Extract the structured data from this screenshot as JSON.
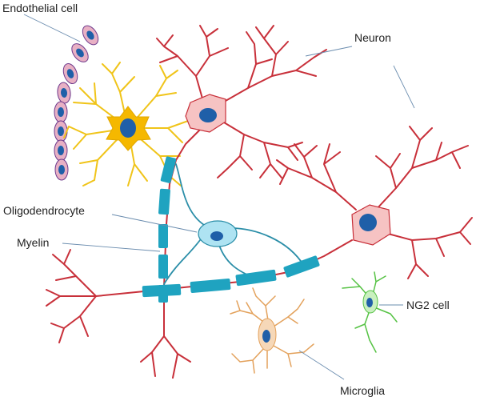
{
  "labels": {
    "endothelial_cell": "Endothelial cell",
    "neuron": "Neuron",
    "oligodendrocyte": "Oligodendrocyte",
    "myelin": "Myelin",
    "ng2_cell": "NG2 cell",
    "microglia": "Microglia"
  },
  "colors": {
    "neuron_stroke": "#c8303a",
    "neuron_body": "#f6c3c3",
    "nucleus": "#1f5fa8",
    "astrocyte_stroke": "#f0c419",
    "astrocyte_body": "#f5b800",
    "endothelial_fill": "#e8b0c4",
    "endothelial_stroke": "#6e3a8c",
    "myelin": "#1fa3c0",
    "oligo_stroke": "#2b8ea8",
    "oligo_body": "#aee3f2",
    "ng2_stroke": "#55c243",
    "ng2_body": "#c9f0bf",
    "microglia_stroke": "#e3a15b",
    "microglia_body": "#f6d8b8",
    "leader": "#6a8cae"
  }
}
